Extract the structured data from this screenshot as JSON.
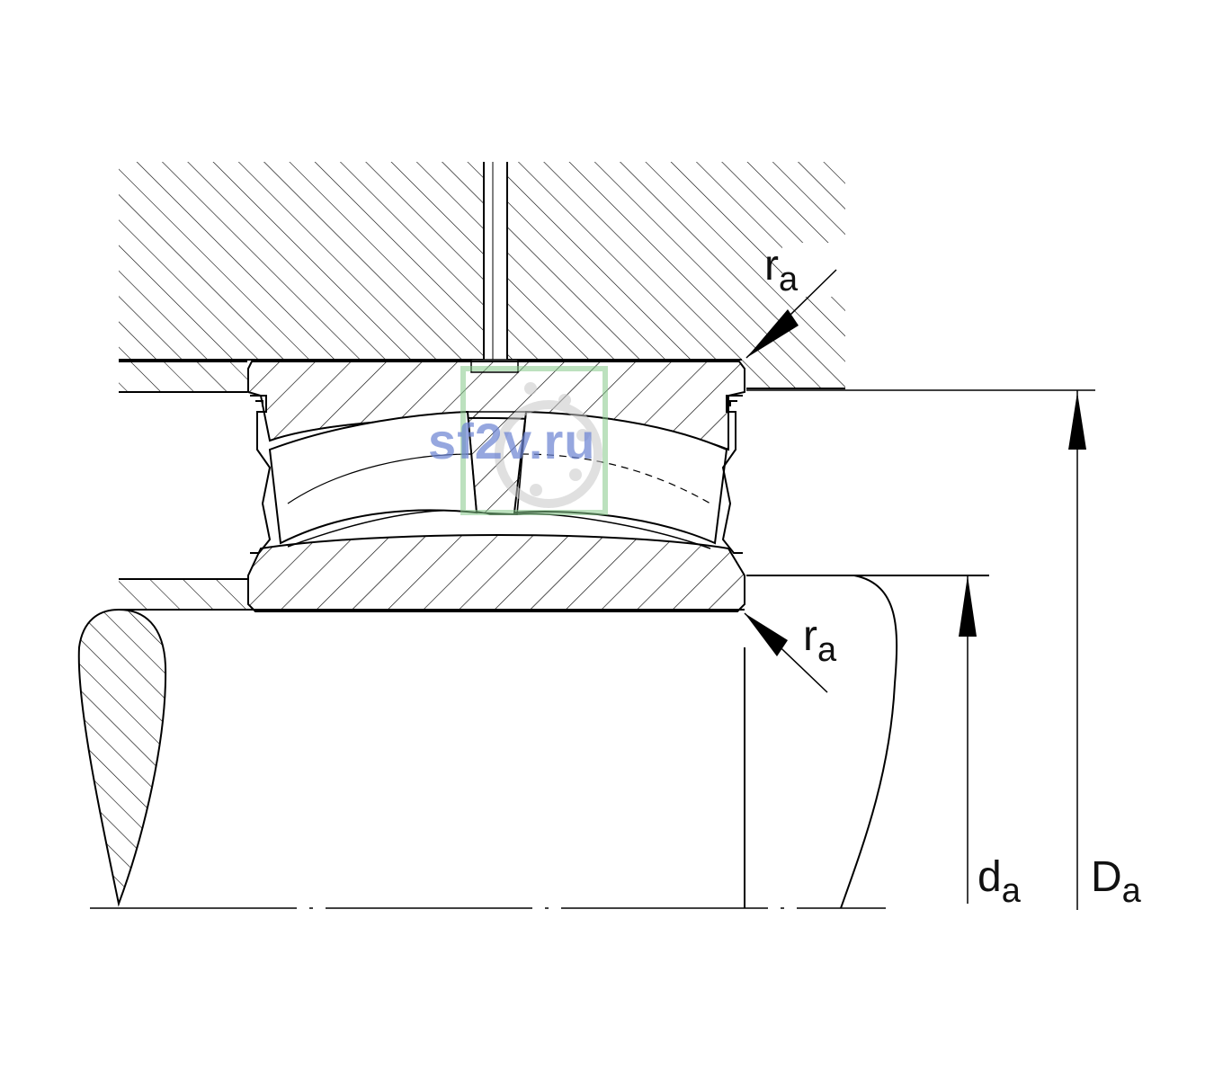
{
  "labels": {
    "ra_top": {
      "main": "r",
      "sub": "a"
    },
    "ra_bottom": {
      "main": "r",
      "sub": "a"
    },
    "da": {
      "main": "d",
      "sub": "a"
    },
    "Da": {
      "main": "D",
      "sub": "a"
    }
  },
  "watermark": {
    "text": "sf2v.ru",
    "text_color": "#6e86d4",
    "logo_color": "#86c98a"
  },
  "colors": {
    "line": "#000000",
    "background": "#ffffff"
  }
}
